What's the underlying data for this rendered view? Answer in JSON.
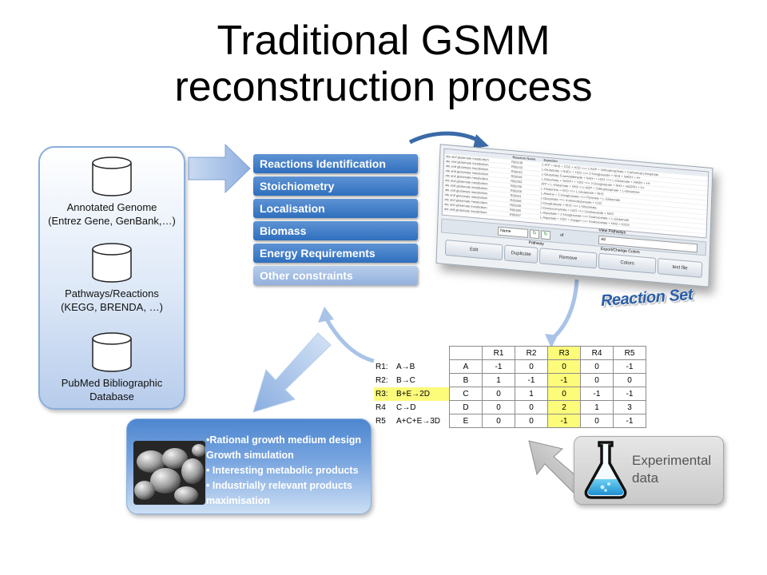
{
  "title": {
    "line1": "Traditional GSMM",
    "line2": "reconstruction process"
  },
  "databases": [
    {
      "line1": "Annotated Genome",
      "line2": "(Entrez Gene, GenBank,…)"
    },
    {
      "line1": "Pathways/Reactions",
      "line2": "(KEGG, BRENDA, …)"
    },
    {
      "line1": "PubMed Bibliographic",
      "line2": "Database"
    }
  ],
  "steps": [
    "Reactions Identification",
    "Stoichiometry",
    "Localisation",
    "Biomass",
    "Energy Requirements",
    "Other constraints"
  ],
  "reaction_set_label": "Reaction Set",
  "software": {
    "columns": [
      "Reaction Name",
      "Equation"
    ],
    "rows": [
      {
        "pathway": "ate and glutamate metabolism",
        "id": "R00149",
        "eq": "2 ATP + NH3 + CO2 + H2O <=> 2 ADP + Orthophosphate + Carbamoyl phosphate"
      },
      {
        "pathway": "ate and glutamate metabolism",
        "id": "R00243",
        "eq": "L-Glutamate + NAD+ + H2O <=> 2-Oxoglutarate + NH3 + NADH + H+"
      },
      {
        "pathway": "ate and glutamate metabolism",
        "id": "R00245",
        "eq": "L-Glutamate 5-semialdehyde + NAD+ + H2O <=> L-Glutamate + NADH + H+"
      },
      {
        "pathway": "ate and glutamate metabolism",
        "id": "R00248",
        "eq": "L-Glutamate + NADP+ + H2O <=> 2-Oxoglutarate + NH3 + NADPH + H+"
      },
      {
        "pathway": "ate and glutamate metabolism",
        "id": "R00253",
        "eq": "ATP + L-Glutamate + NH3 <=> ADP + Orthophosphate + L-Glutamine"
      },
      {
        "pathway": "ate and glutamate metabolism",
        "id": "R00256",
        "eq": "L-Glutamine + H2O <=> L-Glutamate + NH3"
      },
      {
        "pathway": "ate and glutamate metabolism",
        "id": "R00258",
        "eq": "L-Alanine + 2-Oxoglutarate <=> Pyruvate + L-Glutamate"
      },
      {
        "pathway": "ate and glutamate metabolism",
        "id": "R00261",
        "eq": "L-Glutamate <=> 4-Aminobutanoate + CO2"
      },
      {
        "pathway": "ate and glutamate metabolism",
        "id": "R00268",
        "eq": "2-Oxoglutarate + NH3 <=> L-Glutamate"
      },
      {
        "pathway": "ate and glutamate metabolism",
        "id": "R00348",
        "eq": "2-Oxosuccinamate + H2O <=> Oxaloacetate + NH3"
      },
      {
        "pathway": "ate and glutamate metabolism",
        "id": "R00355",
        "eq": "L-Aspartate + 2-Oxoglutarate <=> Oxaloacetate + L-Glutamate"
      },
      {
        "pathway": "ate and glutamate metabolism",
        "id": "R00357",
        "eq": "L-Aspartate + H2O + Oxygen <=> Oxaloacetate + NH3 + H2O2"
      }
    ],
    "filter_value": "Name",
    "of_label": "of",
    "view_pathways_label": "View Pathways",
    "view_pathways_value": "All",
    "pathway_label": "Pathway",
    "export_label": "Export/Change Colors",
    "buttons": [
      "Edit",
      "Duplicate",
      "Remove",
      "Colors",
      "text file"
    ]
  },
  "matrix": {
    "header": [
      "R1",
      "R2",
      "R3",
      "R4",
      "R5"
    ],
    "equations": [
      {
        "id": "R1:",
        "eq": "A→B"
      },
      {
        "id": "R2:",
        "eq": "B→C"
      },
      {
        "id": "R3:",
        "eq": "B+E→2D"
      },
      {
        "id": "R4",
        "eq": "C→D"
      },
      {
        "id": "R5",
        "eq": "A+C+E→3D"
      }
    ],
    "rows": [
      {
        "metabolite": "A",
        "values": [
          "-1",
          "0",
          "0",
          "0",
          "-1"
        ]
      },
      {
        "metabolite": "B",
        "values": [
          "1",
          "-1",
          "-1",
          "0",
          "0"
        ]
      },
      {
        "metabolite": "C",
        "values": [
          "0",
          "1",
          "0",
          "-1",
          "-1"
        ]
      },
      {
        "metabolite": "D",
        "values": [
          "0",
          "0",
          "2",
          "1",
          "3"
        ]
      },
      {
        "metabolite": "E",
        "values": [
          "0",
          "0",
          "-1",
          "0",
          "-1"
        ]
      }
    ],
    "highlight_color": "#fdfb7a"
  },
  "applications": [
    "•Rational growth medium design",
    " Growth simulation",
    "• Interesting metabolic products",
    "• Industrially relevant products",
    "maximisation"
  ],
  "experimental": {
    "line1": "Experimental",
    "line2": "data"
  },
  "colors": {
    "step_blue": "#2f6fbe",
    "arrow_blue": "#3a6aa8",
    "light_arrow": "#a9c3e8"
  }
}
